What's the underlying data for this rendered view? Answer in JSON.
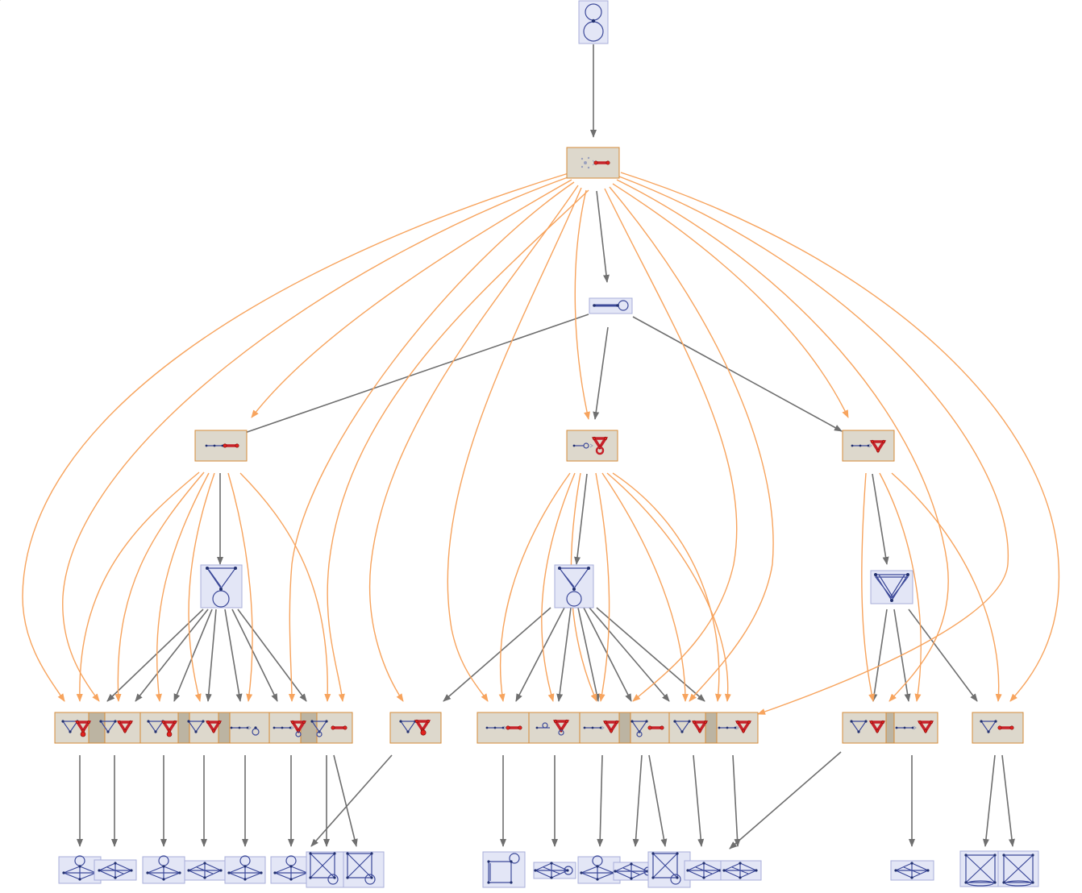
{
  "diagram": {
    "kind": "multiway-rule-graph",
    "colors": {
      "state_box_fill": "#e3e6f6",
      "state_box_stroke": "#a8afd9",
      "event_box_fill": "#ddd8cc",
      "event_box_stroke": "#d58b3a",
      "edge_state_to_event": "#6f6f6f",
      "edge_event_to_state": "#f7a45e",
      "graph_edge": "#3d4a99",
      "rule_highlight": "#c6222a"
    },
    "nodes": [
      {
        "id": "s0",
        "kind": "state",
        "icon": "double-loop-graph-icon"
      },
      {
        "id": "e0",
        "kind": "event",
        "icon": "rule-event-icon"
      },
      {
        "id": "s1",
        "kind": "state",
        "icon": "line-with-loop-graph-icon"
      },
      {
        "id": "e1a",
        "kind": "event",
        "icon": "rule-event-icon"
      },
      {
        "id": "e1b",
        "kind": "event",
        "icon": "rule-event-icon"
      },
      {
        "id": "e1c",
        "kind": "event",
        "icon": "rule-event-icon"
      },
      {
        "id": "s2a",
        "kind": "state",
        "icon": "triangle-with-loop-graph-icon"
      },
      {
        "id": "s2b",
        "kind": "state",
        "icon": "triangle-with-loop-graph-icon"
      },
      {
        "id": "s2c",
        "kind": "state",
        "icon": "double-triangle-graph-icon"
      },
      {
        "id": "ev-row",
        "kind": "event-row",
        "count": 22
      },
      {
        "id": "st-row",
        "kind": "state-row",
        "count": 18
      }
    ]
  }
}
